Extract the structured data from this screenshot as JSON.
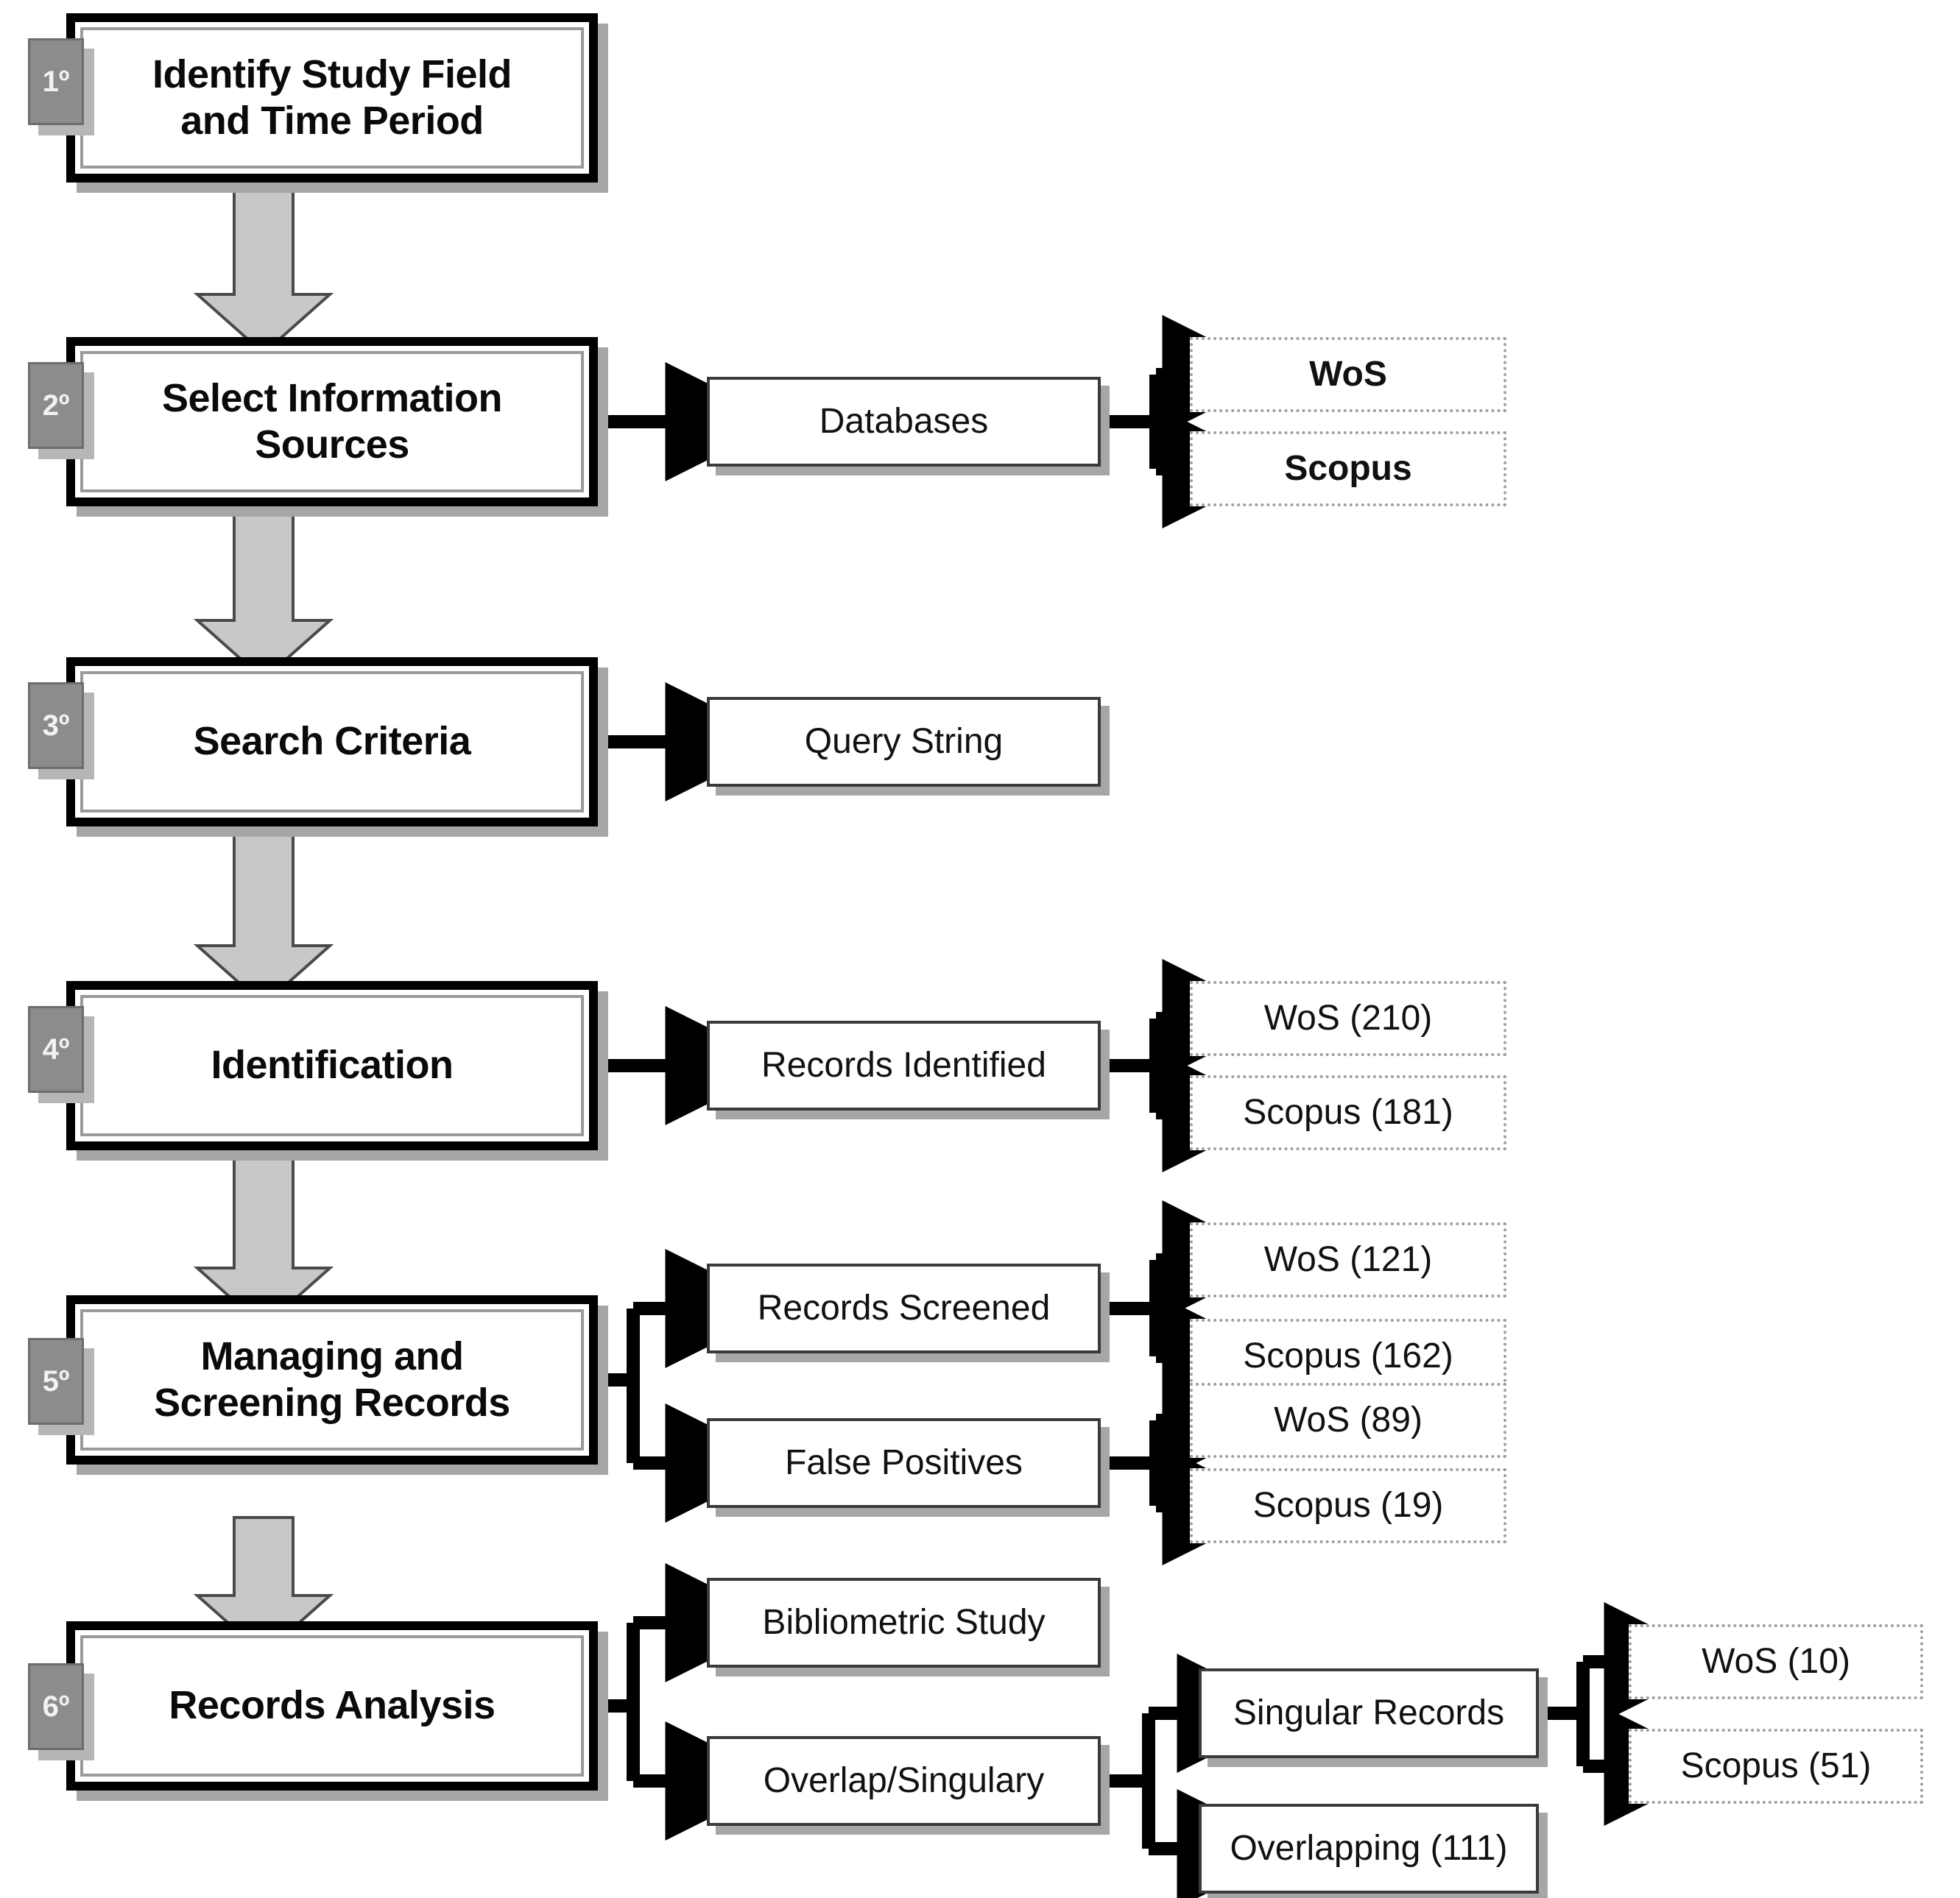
{
  "diagram": {
    "title": "Systematic literature review / bibliometric workflow",
    "colors": {
      "frame": "#000000",
      "inner_rule": "#9a9a9a",
      "shadow": "#a6a6a6",
      "badge_fill": "#8c8c8c",
      "badge_text": "#f2f2f2",
      "connector": "#000000",
      "flow_arrow_fill": "#c8c8c8",
      "leaf_border": "#9e9e9e",
      "background": "#ffffff"
    },
    "stages": [
      {
        "badge": "1º",
        "label": "Identify Study Field\nand Time Period",
        "line1": "Identify Study Field",
        "line2": "and Time Period"
      },
      {
        "badge": "2º",
        "label": "Select Information\nSources",
        "line1": "Select Information",
        "line2": "Sources"
      },
      {
        "badge": "3º",
        "label": "Search Criteria",
        "line1": "Search Criteria",
        "line2": ""
      },
      {
        "badge": "4º",
        "label": "Identification",
        "line1": "Identification",
        "line2": ""
      },
      {
        "badge": "5º",
        "label": "Managing and\nScreening Records",
        "line1": "Managing and",
        "line2": "Screening Records"
      },
      {
        "badge": "6º",
        "label": "Records Analysis",
        "line1": "Records Analysis",
        "line2": ""
      }
    ],
    "mid_boxes": {
      "databases": "Databases",
      "query_string": "Query String",
      "records_identified": "Records Identified",
      "records_screened": "Records Screened",
      "false_positives": "False Positives",
      "bibliometric_study": "Bibliometric Study",
      "overlap_singulary": "Overlap/Singulary",
      "singular_records": "Singular Records",
      "overlapping": "Overlapping (111)"
    },
    "leaf_boxes": {
      "databases_wos": "WoS",
      "databases_scopus": "Scopus",
      "identified_wos": "WoS (210)",
      "identified_scopus": "Scopus (181)",
      "screened_wos": "WoS (121)",
      "screened_scopus": "Scopus (162)",
      "false_positives_wos": "WoS (89)",
      "false_positives_scopus": "Scopus (19)",
      "singular_wos": "WoS (10)",
      "singular_scopus": "Scopus (51)"
    },
    "counts": {
      "identified_wos": 210,
      "identified_scopus": 181,
      "screened_wos": 121,
      "screened_scopus": 162,
      "false_positives_wos": 89,
      "false_positives_scopus": 19,
      "singular_wos": 10,
      "singular_scopus": 51,
      "overlapping": 111
    }
  }
}
